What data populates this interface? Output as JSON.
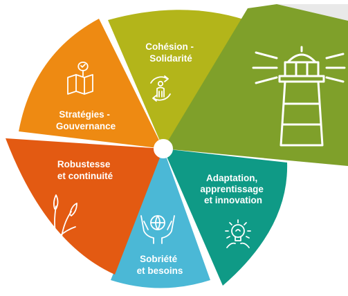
{
  "colors": {
    "cohesion": "#B3B51A",
    "lighthouse": "#7FA02A",
    "adaptation": "#0F9A86",
    "sobriete": "#4BB8D6",
    "robustesse": "#E35A12",
    "strategies": "#EE8A12",
    "hub": "#ffffff"
  },
  "segments": {
    "cohesion": {
      "line1": "Cohésion -",
      "line2": "Solidarité",
      "icon": "person-cycle-icon"
    },
    "strategies": {
      "line1": "Stratégies -",
      "line2": "Gouvernance",
      "icon": "map-pin-icon"
    },
    "robustesse": {
      "line1": "Robustesse",
      "line2": "et continuité",
      "icon": "reeds-icon"
    },
    "sobriete": {
      "line1": "Sobriété",
      "line2": "et besoins",
      "icon": "hands-globe-icon"
    },
    "adaptation": {
      "line1": "Adaptation,",
      "line2": "apprentissage",
      "line3": "et innovation",
      "icon": "lightbulb-icon"
    },
    "lighthouse": {
      "icon": "lighthouse-icon"
    }
  }
}
